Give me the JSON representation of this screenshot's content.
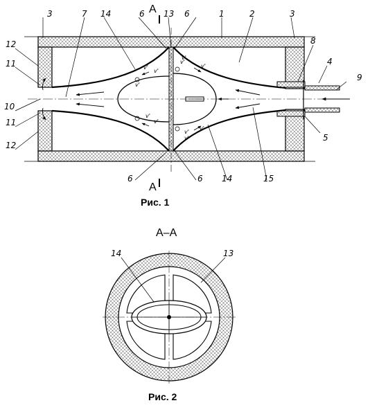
{
  "fig1": {
    "caption": "Рис. 1",
    "section_mark": "A",
    "labels": [
      "3",
      "7",
      "14",
      "6",
      "13",
      "6",
      "1",
      "2",
      "3",
      "8",
      "4",
      "9",
      "12",
      "11",
      "10",
      "11",
      "12",
      "5",
      "6",
      "6",
      "14",
      "15"
    ],
    "flow_mark": "v'"
  },
  "fig2": {
    "caption": "Рис. 2",
    "section_title": "А–А",
    "labels": [
      "14",
      "13"
    ]
  }
}
